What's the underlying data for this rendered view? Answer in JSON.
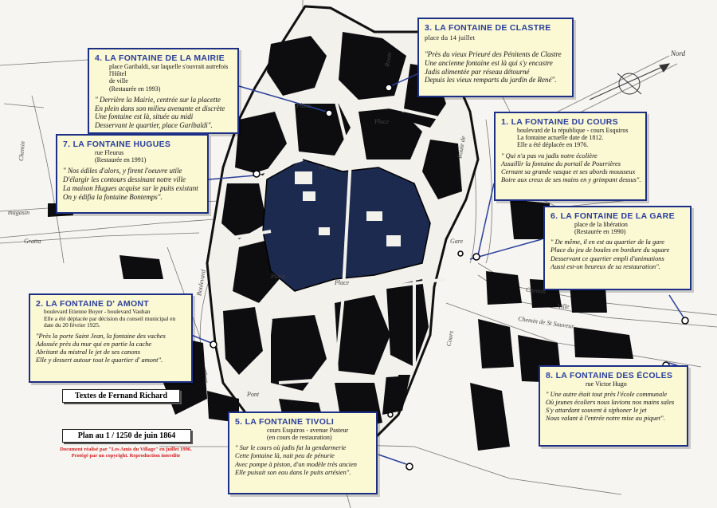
{
  "fountains": [
    {
      "id": "cours",
      "number": "1.",
      "name": "LA FONTAINE DU COURS",
      "address_lines": [
        "boulevard de la république - cours Esquiros"
      ],
      "notes": [
        "La fontaine actuelle date de 1812.",
        "Elle a été déplacée en 1976."
      ],
      "poem": [
        "\" Qui n'a pas vu jadis notre écolière",
        "Assaillir la fontaine du portail de Pourrières",
        "Cernant sa grande vasque et ses abords mousseux",
        "Boire aux creux de ses mains en y grimpant dessus\"."
      ]
    },
    {
      "id": "amont",
      "number": "2.",
      "name": "LA FONTAINE D' AMONT",
      "address_lines": [
        "boulevard Etienne Boyer - boulevard Vauban"
      ],
      "notes": [
        "Elle a été déplacée par décision du conseil municipal en",
        "date du 20 février 1925."
      ],
      "poem": [
        "\"Près la porte Saint Jean, la fontaine des vaches",
        "Adossée près du mur qui en partie la cache",
        "Abritant du mistral le jet de ses canons",
        "Elle y dessert autour tout le quartier d' amont\"."
      ]
    },
    {
      "id": "clastre",
      "number": "3.",
      "name": "LA FONTAINE DE CLASTRE",
      "address_lines": [
        "place du 14 juillet"
      ],
      "notes": [],
      "poem": [
        "\"Près du vieux Prieuré des Pénitents de Clastre",
        "Une ancienne fontaine est là qui s'y encastre",
        "Jadis alimentée par réseau détourné",
        "Depuis les vieux remparts du jardin de René\"."
      ]
    },
    {
      "id": "mairie",
      "number": "4.",
      "name": "LA FONTAINE DE LA MAIRIE",
      "address_lines": [
        "place Garibaldi, sur laquelle s'ouvrait autrefois l'Hôtel",
        "de ville"
      ],
      "notes": [
        "(Restaurée en 1993)"
      ],
      "poem": [
        "\" Derrière la Mairie, centrée sur la placette",
        "En plein dans son milieu avenante et discrète",
        "Une fontaine est là, située au midi",
        "Desservant le quartier, place Garibaldi\"."
      ]
    },
    {
      "id": "tivoli",
      "number": "5.",
      "name": "LA FONTAINE TIVOLI",
      "address_lines": [
        "cours Esquiros - avenue Pasteur"
      ],
      "notes": [
        "(en cours de restauration)"
      ],
      "poem": [
        "\" Sur le cours où jadis fut la gendarmerie",
        "Cette fontaine là, nait peu de pénurie",
        "Avec pompe à piston, d'un modèle très ancien",
        "Elle puisait son eau dans le puits artésien\"."
      ]
    },
    {
      "id": "gare",
      "number": "6.",
      "name": "LA FONTAINE DE LA GARE",
      "address_lines": [
        "place de la libération"
      ],
      "notes": [
        "(Restaurée en 1990)"
      ],
      "poem": [
        "\" De même, il en est au quartier de la gare",
        "Place du jeu de boules en bordure du square",
        "Desservant ce quartier empli d'animations",
        "Aussi est-on heureux de sa restauration\"."
      ]
    },
    {
      "id": "hugues",
      "number": "7.",
      "name": "LA FONTAINE HUGUES",
      "address_lines": [
        "rue Fleurus"
      ],
      "notes": [
        "(Restaurée en 1991)"
      ],
      "poem": [
        "\" Nos édiles d'alors, y firent l'oeuvre utile",
        "D'élargir les contours dessinant notre ville",
        "La maison Hugues acquise sur le puits existant",
        "On y édifia la fontaine Bontemps\"."
      ]
    },
    {
      "id": "ecoles",
      "number": "8.",
      "name": "LA FONTAINE DES ÉCOLES",
      "address_lines": [
        "rue Victor Hugo"
      ],
      "notes": [],
      "poem": [
        "\" Une autre était tout près l'école communale",
        "Où jeunes écoliers nous lavions nos mains sales",
        "S'y attardant souvent à siphoner le jet",
        "Nous valant à l'entrée notre mise au piquet\"."
      ]
    }
  ],
  "credits": {
    "texts_by": "Textes de Fernand Richard",
    "plan_scale": "Plan au 1 / 1250  de juin 1864",
    "copyright_lines": [
      "Document réalisé par \"Les Amis du Village\" en juillet 1996.",
      "Protégé par un copyright. Reproduction interdite"
    ]
  },
  "compass": {
    "north_label": "Nord"
  },
  "map_labels": [
    "Route",
    "Place",
    "Place",
    "Place",
    "Chemin",
    "Route de",
    "Chemin de St Sauveur",
    "Gare",
    "Place",
    "rue",
    "Boulevard",
    "Cours",
    "Pont",
    "Ville",
    "Gratta",
    "Chemin",
    "magasin"
  ],
  "colors": {
    "box_border": "#1d2f86",
    "box_bg": "#fbf8d4",
    "title": "#2a3f9a",
    "credit": "#d01a1a",
    "water": "#1c2a4f",
    "building": "#0d0d10"
  }
}
